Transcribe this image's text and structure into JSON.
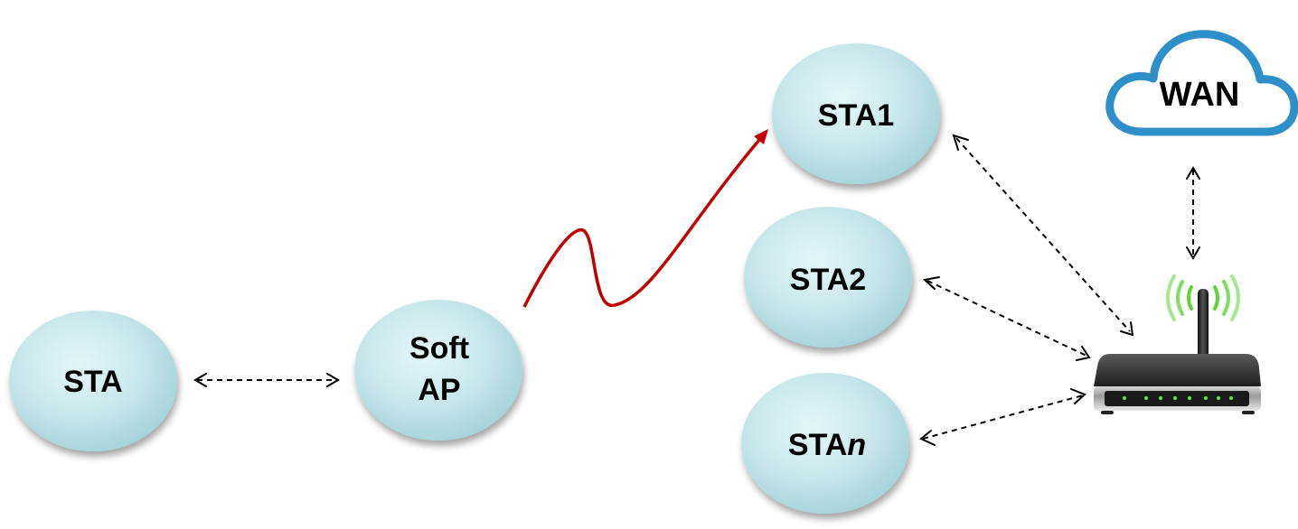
{
  "nodes": {
    "sta": {
      "label": "STA"
    },
    "soft_ap": {
      "label_line1": "Soft",
      "label_line2": "AP"
    },
    "sta1": {
      "label": "STA1"
    },
    "sta2": {
      "label": "STA2"
    },
    "stan": {
      "label_prefix": "STA",
      "label_italic": "n"
    }
  },
  "cloud": {
    "label": "WAN"
  },
  "router": {
    "icon": "wifi-router-icon"
  },
  "colors": {
    "node_fill": "#c9e8ec",
    "wireless_link": "#c00000",
    "cloud_stroke": "#2e8fc9",
    "wifi_signal": "#5fd43a",
    "router_body": "#2b2b2b"
  }
}
